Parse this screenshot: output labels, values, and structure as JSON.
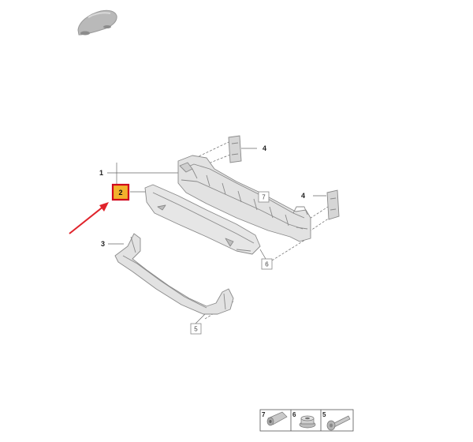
{
  "diagram": {
    "callouts": [
      {
        "id": "1",
        "text": "1"
      },
      {
        "id": "2",
        "text": "2",
        "highlighted": true
      },
      {
        "id": "3",
        "text": "3"
      },
      {
        "id": "4a",
        "text": "4"
      },
      {
        "id": "4b",
        "text": "4"
      },
      {
        "id": "5",
        "text": "5"
      },
      {
        "id": "6",
        "text": "6"
      },
      {
        "id": "7",
        "text": "7"
      }
    ],
    "legend": [
      {
        "text": "7",
        "icon": "sleeve-nut-icon"
      },
      {
        "text": "6",
        "icon": "flange-nut-icon"
      },
      {
        "text": "5",
        "icon": "bolt-icon"
      }
    ],
    "colors": {
      "highlight_fill": "#f2b12c",
      "highlight_border": "#d0021b",
      "arrow": "#e0232b",
      "part_fill": "#e2e2e2",
      "part_stroke": "#8a8a8a"
    },
    "icons": [
      "car-silhouette-icon",
      "pointer-arrow-icon"
    ]
  }
}
